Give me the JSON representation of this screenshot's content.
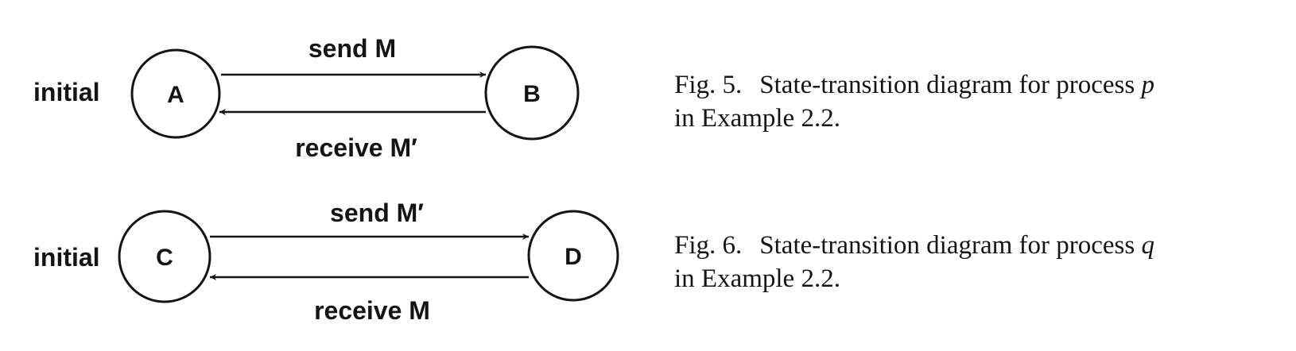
{
  "figures": [
    {
      "initial_label": "initial",
      "state_from": "A",
      "state_to": "B",
      "forward_label": "send M",
      "backward_label": "receive M′",
      "caption": {
        "number": "Fig. 5.",
        "text": "State-transition diagram for process",
        "process": "p",
        "line2": "in Example 2.2."
      }
    },
    {
      "initial_label": "initial",
      "state_from": "C",
      "state_to": "D",
      "forward_label": "send M′",
      "backward_label": "receive M",
      "caption": {
        "number": "Fig. 6.",
        "text": "State-transition diagram for process",
        "process": "q",
        "line2": "in Example 2.2."
      }
    }
  ]
}
